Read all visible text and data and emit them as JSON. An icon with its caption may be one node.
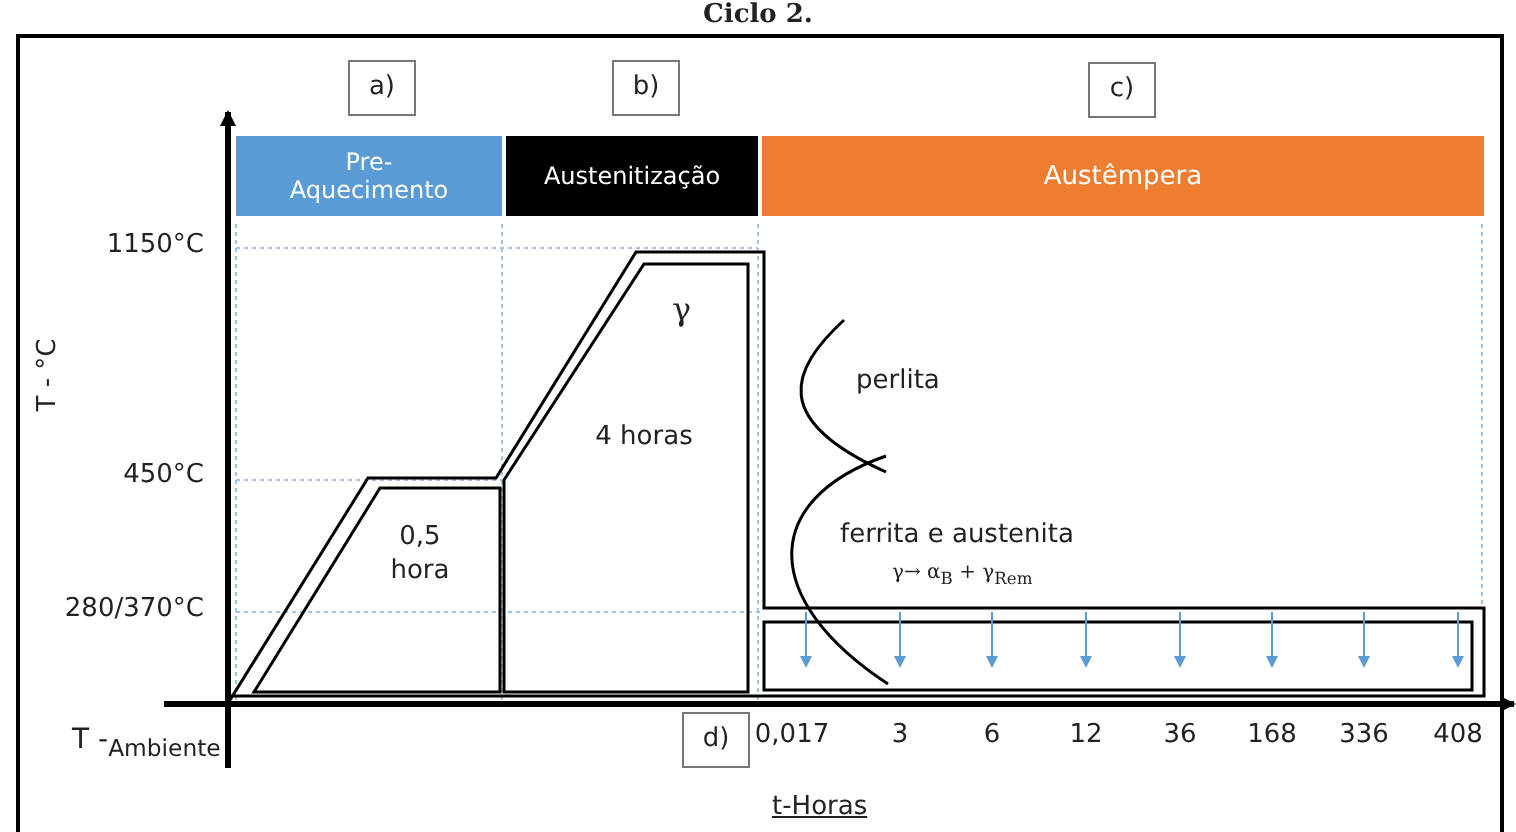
{
  "diagram": {
    "title": "Ciclo 2.",
    "nodes": [
      {
        "text": [
          "a)"
        ]
      },
      {
        "text": [
          "b)"
        ]
      },
      {
        "text": [
          "c)"
        ]
      },
      {
        "text": [
          "Pre- Aquecimento"
        ]
      },
      {
        "text": [
          "Austenitização"
        ]
      },
      {
        "text": [
          "Austêmpera"
        ]
      },
      {
        "text": [
          "d)"
        ]
      }
    ],
    "labels": [
      "T - °C",
      "1150°C",
      "450°C",
      "280/370°C",
      "T -$_{Ambiente}$",
      "γ",
      "4 horas",
      "0,5 hora",
      "perlita",
      "ferrita e austenita",
      "γ→ α$_{B}$ + γ$_{Rem}$",
      "0,017",
      "3",
      "6",
      "12",
      "36",
      "168",
      "336",
      "408",
      "t-Horas"
    ]
  }
}
